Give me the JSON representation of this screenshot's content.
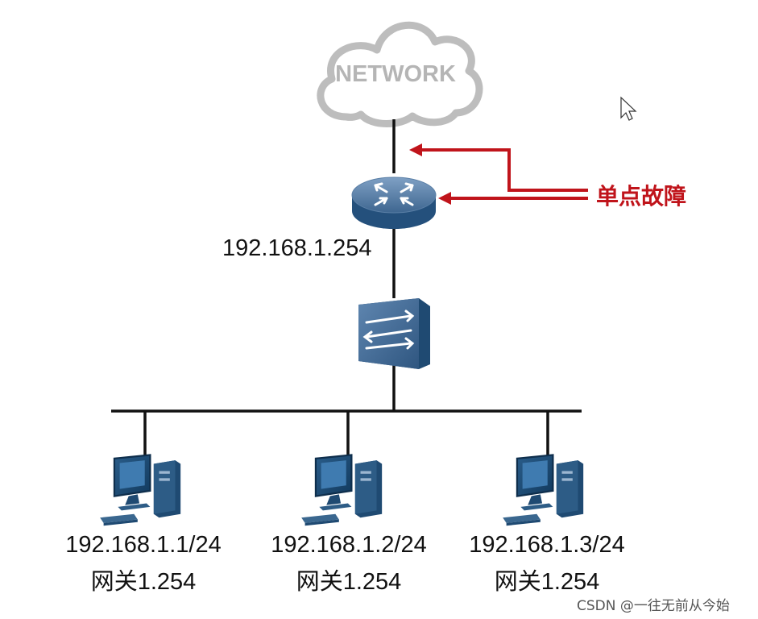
{
  "cloud": {
    "label": "NETWORK"
  },
  "router": {
    "ip": "192.168.1.254"
  },
  "fault": {
    "label": "单点故障",
    "color": "#c0141b"
  },
  "pcs": [
    {
      "ip": "192.168.1.1/24",
      "gateway": "网关1.254"
    },
    {
      "ip": "192.168.1.2/24",
      "gateway": "网关1.254"
    },
    {
      "ip": "192.168.1.3/24",
      "gateway": "网关1.254"
    }
  ],
  "icons": [
    "cloud-icon",
    "router-icon",
    "switch-icon",
    "pc-icon",
    "mouse-cursor-icon"
  ],
  "watermark": "CSDN @一往无前从今始"
}
